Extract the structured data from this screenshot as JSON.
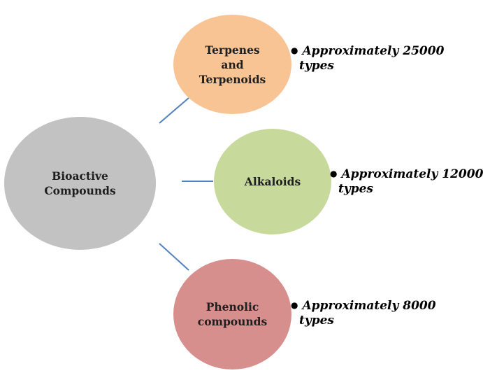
{
  "nodes": {
    "bioactive": {
      "label": "Bioactive\nCompounds",
      "color": "#c2c2c2"
    },
    "terpenes": {
      "label": "Terpenes\nand\nTerpenoids",
      "color": "#f8c494"
    },
    "alkaloids": {
      "label": "Alkaloids",
      "color": "#c7da9c"
    },
    "phenolic": {
      "label": "Phenolic\ncompounds",
      "color": "#d78f8e"
    }
  },
  "notes": {
    "terpenes": {
      "line1": "Approximately 25000",
      "line2": "types"
    },
    "alkaloids": {
      "line1": "Approximately 12000",
      "line2": "types"
    },
    "phenolic": {
      "line1": "Approximately 8000",
      "line2": "types"
    }
  },
  "connector_color": "#4f81bd"
}
